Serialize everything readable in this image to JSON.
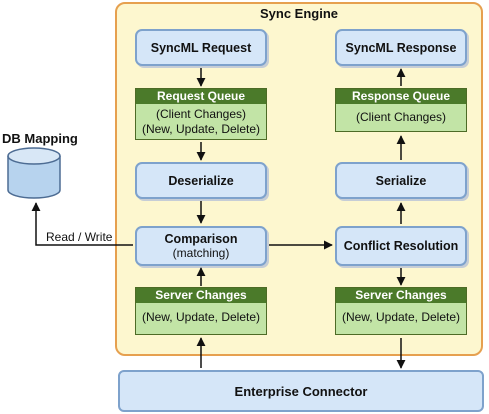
{
  "engine": {
    "title": "Sync Engine"
  },
  "boxes": {
    "syncml_request": "SyncML Request",
    "syncml_response": "SyncML Response",
    "deserialize": "Deserialize",
    "serialize": "Serialize",
    "comparison": "Comparison",
    "comparison_sub": "(matching)",
    "conflict_resolution": "Conflict Resolution",
    "enterprise_connector": "Enterprise Connector"
  },
  "queues": {
    "request": {
      "head": "Request Queue",
      "line1": "(Client Changes)",
      "line2": "(New, Update, Delete)"
    },
    "response": {
      "head": "Response Queue",
      "line1": "(Client Changes)"
    },
    "server_left": {
      "head": "Server Changes",
      "line1": "(New, Update, Delete)"
    },
    "server_right": {
      "head": "Server Changes",
      "line1": "(New, Update, Delete)"
    }
  },
  "db": {
    "label": "DB Mapping",
    "link_label": "Read / Write"
  },
  "colors": {
    "engine_fill": "#fdf7cf",
    "engine_border": "#e6a04f",
    "box_fill": "#d5e6f8",
    "box_border": "#7ea2cc",
    "queue_head": "#4b7a2a",
    "queue_body": "#c2e4a6"
  }
}
